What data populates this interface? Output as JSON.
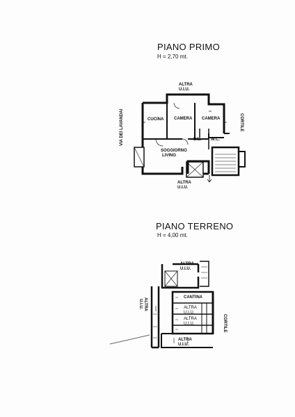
{
  "floors": [
    {
      "title": "PIANO PRIMO",
      "height": "H = 2,70 mt.",
      "rooms": {
        "cucina": "CUCINA",
        "camera_1": "CAMERA",
        "camera_2": "CAMERA",
        "soggiorno": "SOGGIORNO",
        "living": "LIVING",
        "dis": "DIS.",
        "wc": "W.C."
      },
      "neighbors": {
        "top_line1": "ALTRA",
        "top_line2": "U.I.U.",
        "bottom_line1": "ALTRA",
        "bottom_line2": "U.I.U."
      },
      "street": "VIA DEI LAVANDAI",
      "cortile": "CORTILE"
    },
    {
      "title": "PIANO TERRENO",
      "height": "H = 4,00 mt.",
      "rooms": {
        "cantina": "CANTINA",
        "altra_uiu_1_line1": "ALTRA",
        "altra_uiu_1_line2": "U.I.U.",
        "altra_uiu_2_line1": "ALTRA",
        "altra_uiu_2_line2": "U.I.U.",
        "left_line1": "ALTRA",
        "left_line2": "U.I.U."
      },
      "neighbors": {
        "top_line1": "ALTRA",
        "top_line2": "U.I.U.",
        "bottom_line1": "ALTRA",
        "bottom_line2": "U.I.U."
      },
      "cortile": "CORTILE"
    }
  ],
  "colors": {
    "ink": "#111111",
    "paper": "#fdfdfd"
  }
}
